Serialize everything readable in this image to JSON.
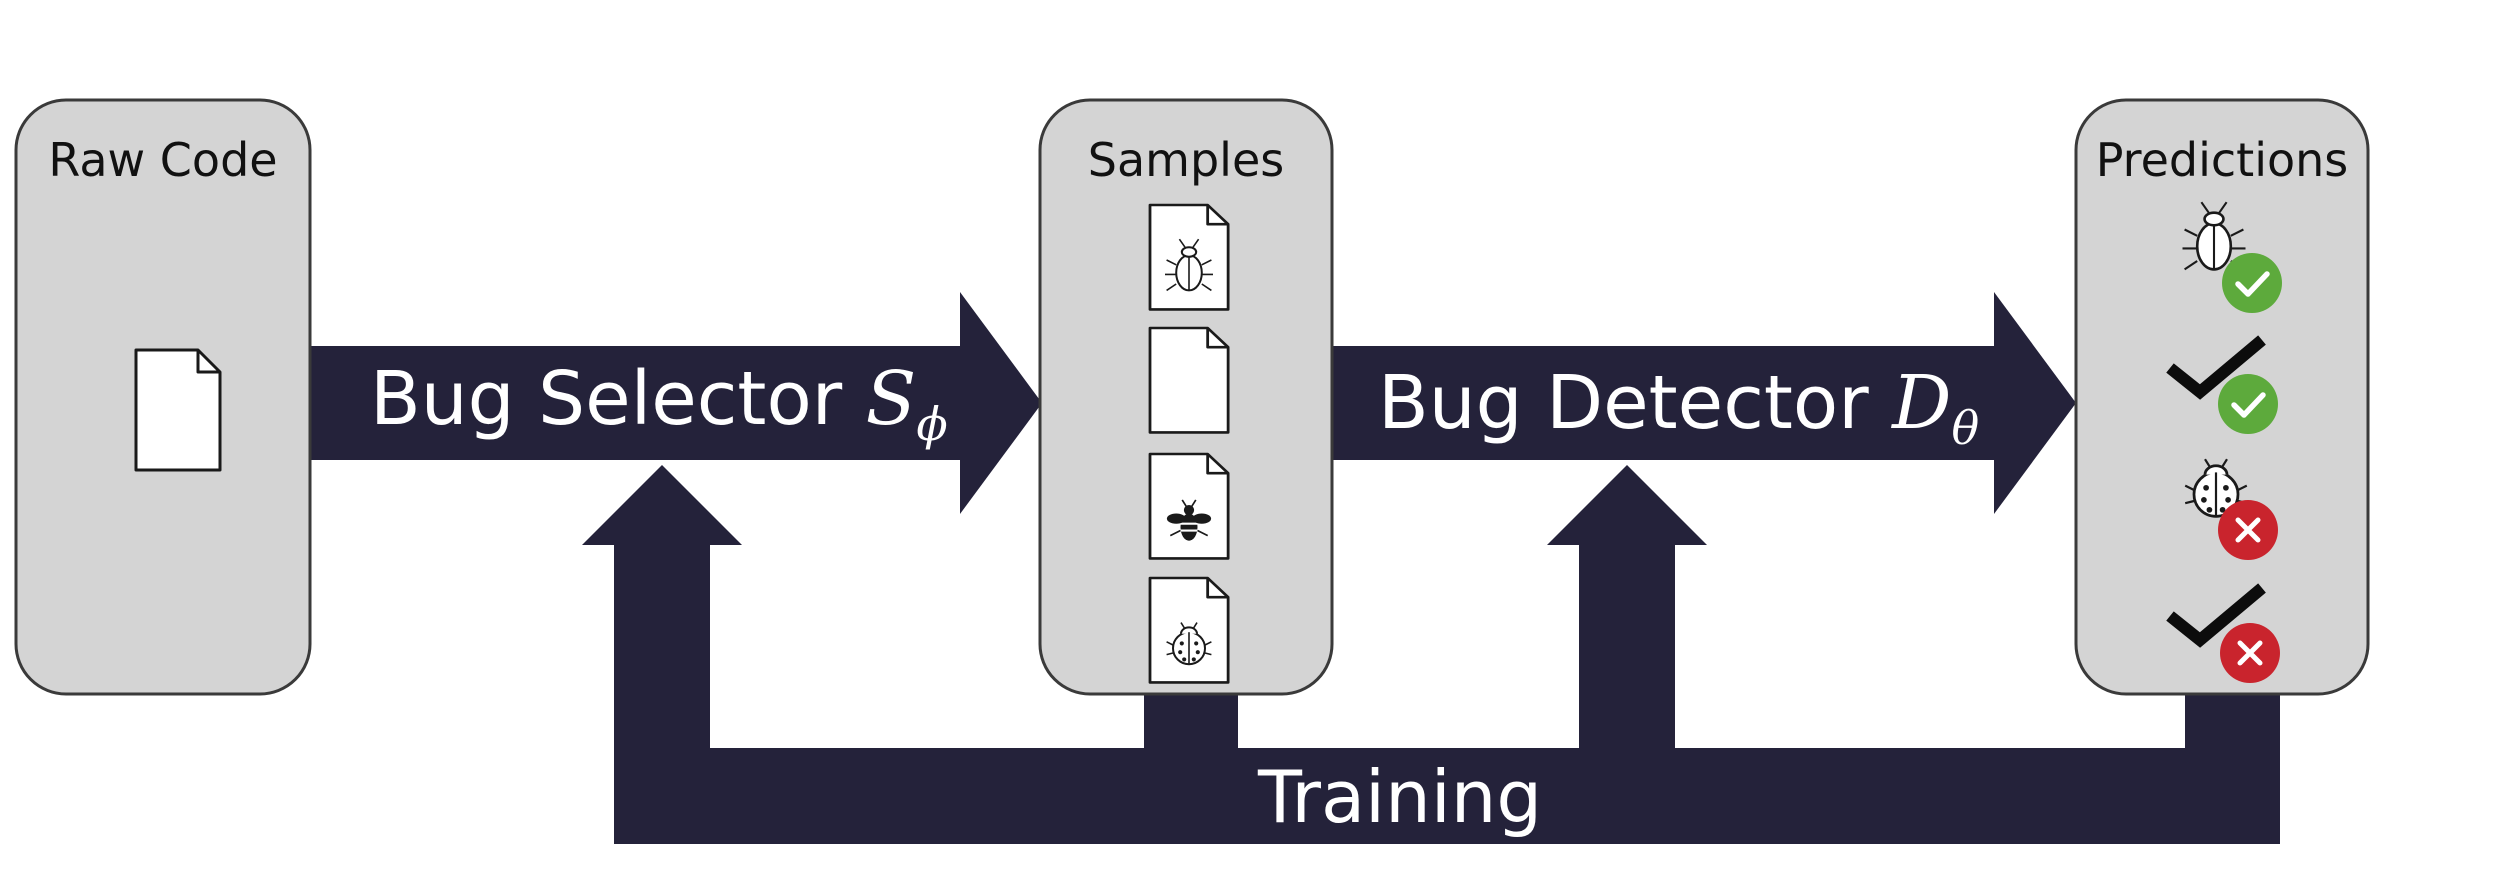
{
  "boxes": {
    "raw_code": {
      "title": "Raw Code"
    },
    "samples": {
      "title": "Samples"
    },
    "predictions": {
      "title": "Predictions"
    }
  },
  "arrows": {
    "bug_selector": {
      "label": "Bug Selector ",
      "symbol": "S",
      "subscript": "ϕ"
    },
    "bug_detector": {
      "label": "Bug Detector ",
      "symbol": "D",
      "subscript": "θ"
    },
    "training": {
      "label": "Training"
    }
  },
  "colors": {
    "arrow": "#24223a",
    "box_fill": "#d4d4d4",
    "box_stroke": "#3a3a3a",
    "check_badge": "#5daa3c",
    "cross_badge": "#c9242d"
  },
  "icons": {
    "raw_code": "blank-file-icon",
    "samples": [
      "bug-file-icon",
      "blank-file-icon",
      "bee-file-icon",
      "ladybug-file-icon"
    ],
    "predictions": [
      "bug-correct-icon",
      "checkmark-correct-icon",
      "ladybug-wrong-icon",
      "checkmark-wrong-icon"
    ]
  }
}
